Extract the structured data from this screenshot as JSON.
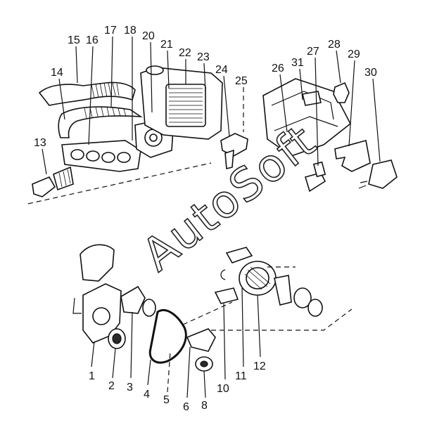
{
  "diagram": {
    "watermark": "AutoSoft",
    "callouts": [
      "1",
      "2",
      "3",
      "4",
      "5",
      "6",
      "8",
      "10",
      "11",
      "12",
      "13",
      "14",
      "15",
      "16",
      "17",
      "18",
      "20",
      "21",
      "22",
      "23",
      "24",
      "25",
      "26",
      "27",
      "28",
      "29",
      "30",
      "31"
    ]
  }
}
